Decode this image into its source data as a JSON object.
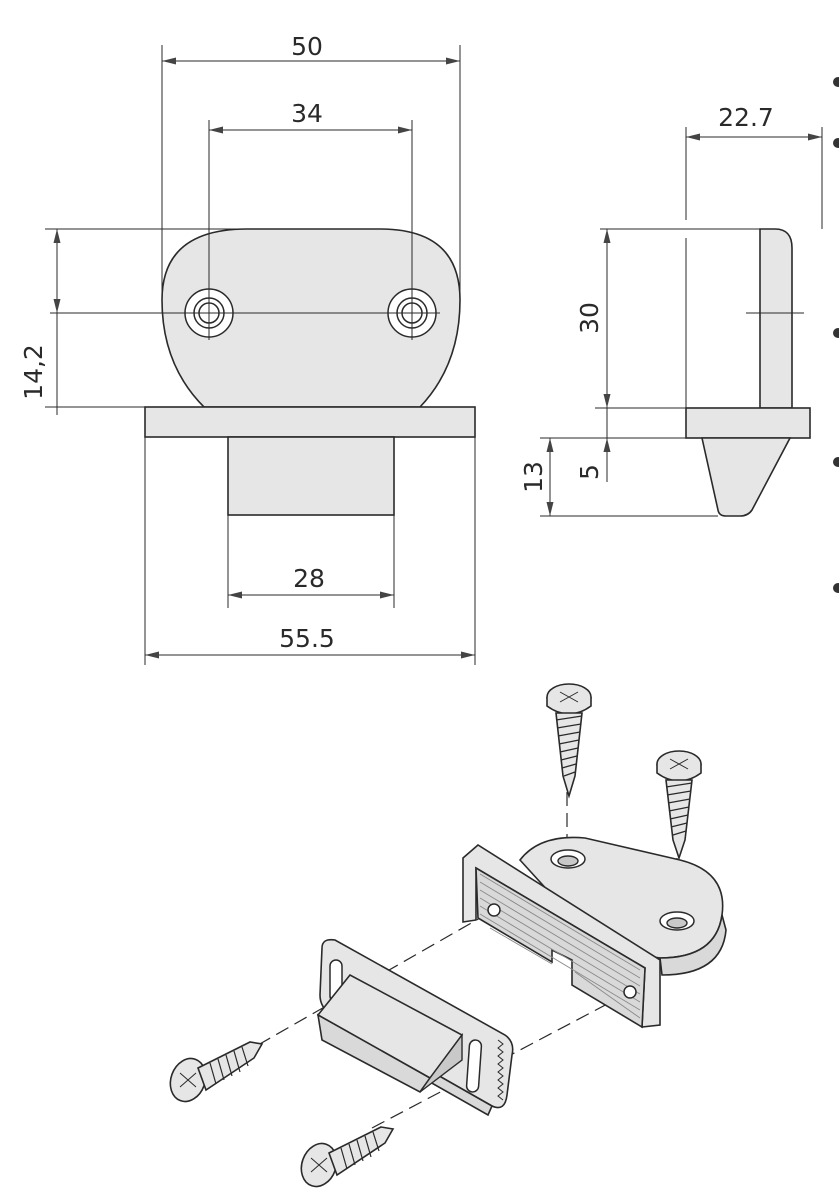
{
  "front_view": {
    "dim_top_width": "50",
    "dim_hole_spacing": "34",
    "dim_height_left": "14,2",
    "dim_plug_width": "28",
    "dim_base_width": "55.5"
  },
  "side_view": {
    "dim_depth": "22.7",
    "dim_height": "30",
    "dim_plug_depth": "13",
    "dim_plate_thickness": "5"
  },
  "colors": {
    "part_fill": "#e6e6e6",
    "line": "#2a2a2a"
  },
  "icons": [
    "screw-icon",
    "magnet-catch-icon",
    "strike-plate-icon"
  ]
}
